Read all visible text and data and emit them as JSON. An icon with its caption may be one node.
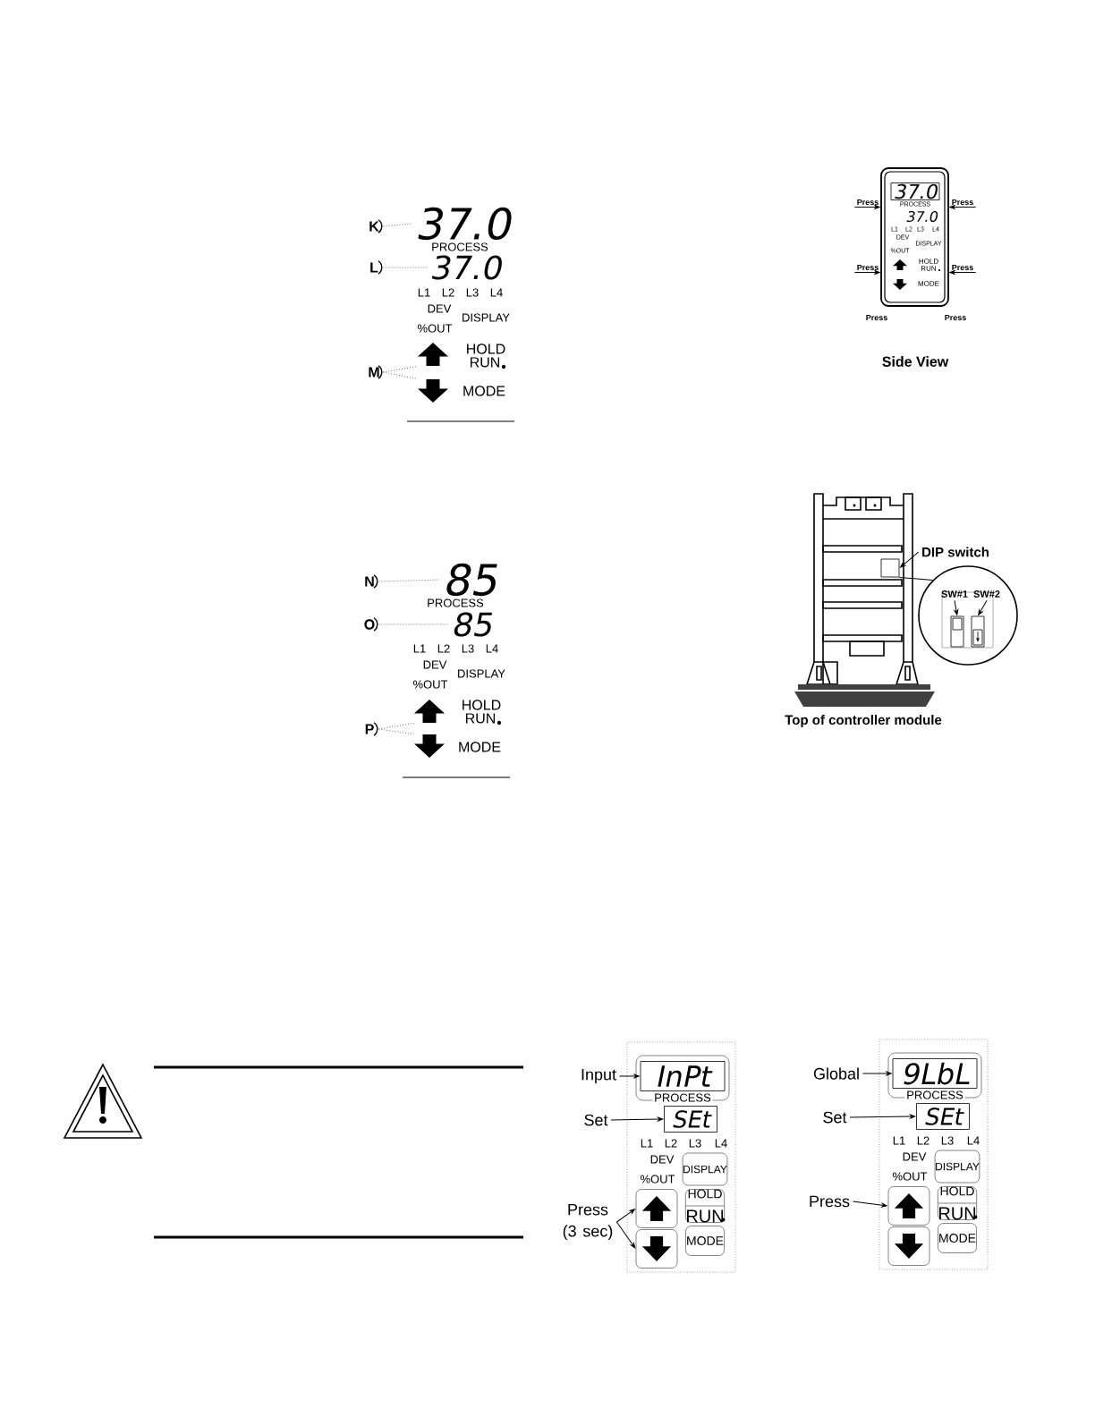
{
  "diagram": {
    "nodes": [
      {
        "text": [
          "K"
        ]
      },
      {
        "text": [
          "37.0"
        ]
      },
      {
        "text": [
          "L"
        ]
      },
      {
        "text": [
          "37.0"
        ]
      },
      {
        "text": [
          "M"
        ]
      },
      {
        "text": [],
        "shape": "arrow"
      },
      {
        "text": [],
        "shape": "arrow"
      },
      {
        "text": [
          "PROCESS",
          "37.0",
          "L1",
          "L2",
          "L3",
          "L4",
          "DEV",
          "DISPLAY",
          "%OUT",
          "HOLD",
          "RUN",
          "MODE"
        ]
      },
      {
        "text": [
          "37.0"
        ],
        "in": 7
      },
      {
        "text": [
          "Press"
        ]
      },
      {
        "text": [
          "Press"
        ]
      },
      {
        "text": [
          "Press"
        ]
      },
      {
        "text": [
          "Press"
        ]
      },
      {
        "text": [
          "N"
        ]
      },
      {
        "text": [
          "85"
        ]
      },
      {
        "text": [
          "O"
        ]
      },
      {
        "text": [
          "85"
        ]
      },
      {
        "text": [
          "P"
        ]
      },
      {
        "text": [],
        "shape": "arrow"
      },
      {
        "text": [],
        "shape": "arrow"
      },
      {
        "text": [
          "DIP switch"
        ]
      },
      {
        "text": [],
        "shape": "box"
      },
      {
        "text": [],
        "shape": "circle"
      },
      {
        "text": [
          "SW#1"
        ],
        "in": 22
      },
      {
        "text": [
          "SW#2"
        ],
        "in": 22
      },
      {
        "text": [],
        "shape": "box",
        "in": 22
      },
      {
        "text": [],
        "shape": "box",
        "in": 22
      },
      {
        "text": [
          "PROCESS",
          "L1",
          "L2",
          "L3",
          "L4",
          "DEV",
          "%OUT"
        ]
      },
      {
        "text": [
          "Input"
        ]
      },
      {
        "text": [
          "InPt"
        ],
        "in": 27
      },
      {
        "text": [
          "Set"
        ]
      },
      {
        "text": [
          "SEt"
        ],
        "in": 27
      },
      {
        "text": [
          "DISPLAY"
        ],
        "in": 27
      },
      {
        "text": [
          "Press (3 sec)"
        ]
      },
      {
        "text": [],
        "shape": "button",
        "in": 27
      },
      {
        "text": [
          "HOLD",
          "RUN"
        ],
        "in": 27
      },
      {
        "text": [],
        "shape": "button",
        "in": 27
      },
      {
        "text": [
          "MODE"
        ],
        "in": 27
      },
      {
        "text": [
          "PROCESS",
          "L1",
          "L2",
          "L3",
          "L4",
          "DEV",
          "%OUT"
        ]
      },
      {
        "text": [
          "Global"
        ]
      },
      {
        "text": [
          "9LbL"
        ],
        "in": 38
      },
      {
        "text": [
          "Set"
        ]
      },
      {
        "text": [
          "SEt"
        ],
        "in": 38
      },
      {
        "text": [
          "DISPLAY"
        ],
        "in": 38
      },
      {
        "text": [
          "Press"
        ]
      },
      {
        "text": [],
        "shape": "button",
        "in": 38
      },
      {
        "text": [
          "HOLD",
          "RUN"
        ],
        "in": 38
      },
      {
        "text": [],
        "shape": "button",
        "in": 38
      },
      {
        "text": [
          "MODE"
        ],
        "in": 38
      }
    ],
    "edges": [
      {
        "from": 0,
        "to": 1,
        "arrow": "none",
        "style": "dashed",
        "color": "#737373"
      },
      {
        "from": 2,
        "to": 3,
        "arrow": "none",
        "style": "dashed",
        "color": "#737373"
      },
      {
        "from": 4,
        "to": 5,
        "arrow": "none",
        "style": "dashed",
        "color": "#737373"
      },
      {
        "from": 4,
        "to": 6,
        "arrow": "none",
        "style": "dashed",
        "color": "#737373"
      },
      {
        "from": 9,
        "to": 7,
        "arrow": "to"
      },
      {
        "from": 10,
        "to": 7,
        "arrow": "to"
      },
      {
        "from": 11,
        "to": 7,
        "arrow": "to"
      },
      {
        "from": 12,
        "to": 7,
        "arrow": "to"
      },
      {
        "from": 13,
        "to": 14,
        "arrow": "none",
        "style": "dashed",
        "color": "#737373"
      },
      {
        "from": 15,
        "to": 16,
        "arrow": "none",
        "style": "dashed",
        "color": "#737373"
      },
      {
        "from": 17,
        "to": 18,
        "arrow": "none",
        "style": "dashed",
        "color": "#737373"
      },
      {
        "from": 17,
        "to": 19,
        "arrow": "none",
        "style": "dashed",
        "color": "#737373"
      },
      {
        "from": 20,
        "to": 21,
        "arrow": "to"
      },
      {
        "from": 23,
        "to": 25,
        "arrow": "to"
      },
      {
        "from": 24,
        "to": 26,
        "arrow": "to"
      },
      {
        "from": 28,
        "to": 29,
        "arrow": "to"
      },
      {
        "from": 30,
        "to": 31,
        "arrow": "to"
      },
      {
        "from": 33,
        "to": 34,
        "arrow": "to"
      },
      {
        "from": 33,
        "to": 36,
        "arrow": "to"
      },
      {
        "from": 39,
        "to": 40,
        "arrow": "to"
      },
      {
        "from": 41,
        "to": 42,
        "arrow": "to"
      },
      {
        "from": 44,
        "to": 45,
        "arrow": "to"
      },
      {
        "from": 21,
        "to": 22,
        "arrow": "none"
      }
    ],
    "labels": [
      "PROCESS",
      "L1",
      "L2",
      "L3",
      "L4",
      "DEV",
      "DISPLAY",
      "%OUT",
      "HOLD",
      "RUN",
      "MODE",
      "Press",
      "Press",
      "Side View",
      "PROCESS",
      "L1",
      "L2",
      "L3",
      "L4",
      "DEV",
      "DISPLAY",
      "%OUT",
      "HOLD",
      "RUN",
      "MODE",
      "Top of controller module"
    ]
  }
}
